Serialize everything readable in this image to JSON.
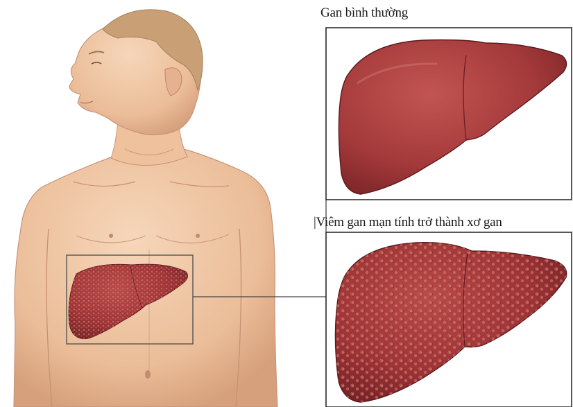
{
  "labels": {
    "normal_liver": "Gan bình thường",
    "cirrhotic_liver": "|Viêm gan mạn tính trở thành xơ gan"
  },
  "colors": {
    "background": "#ffffff",
    "skin": "#f0c7a4",
    "skin_shadow": "#d79e7c",
    "hair": "#c99f76",
    "liver": "#a63a3a",
    "liver_dark": "#6e1f22",
    "frame": "#3a3a3a"
  },
  "icons": {
    "figure": "human-torso-illustration",
    "liver_normal": "normal-liver-illustration",
    "liver_cirrhotic": "cirrhotic-liver-illustration"
  }
}
